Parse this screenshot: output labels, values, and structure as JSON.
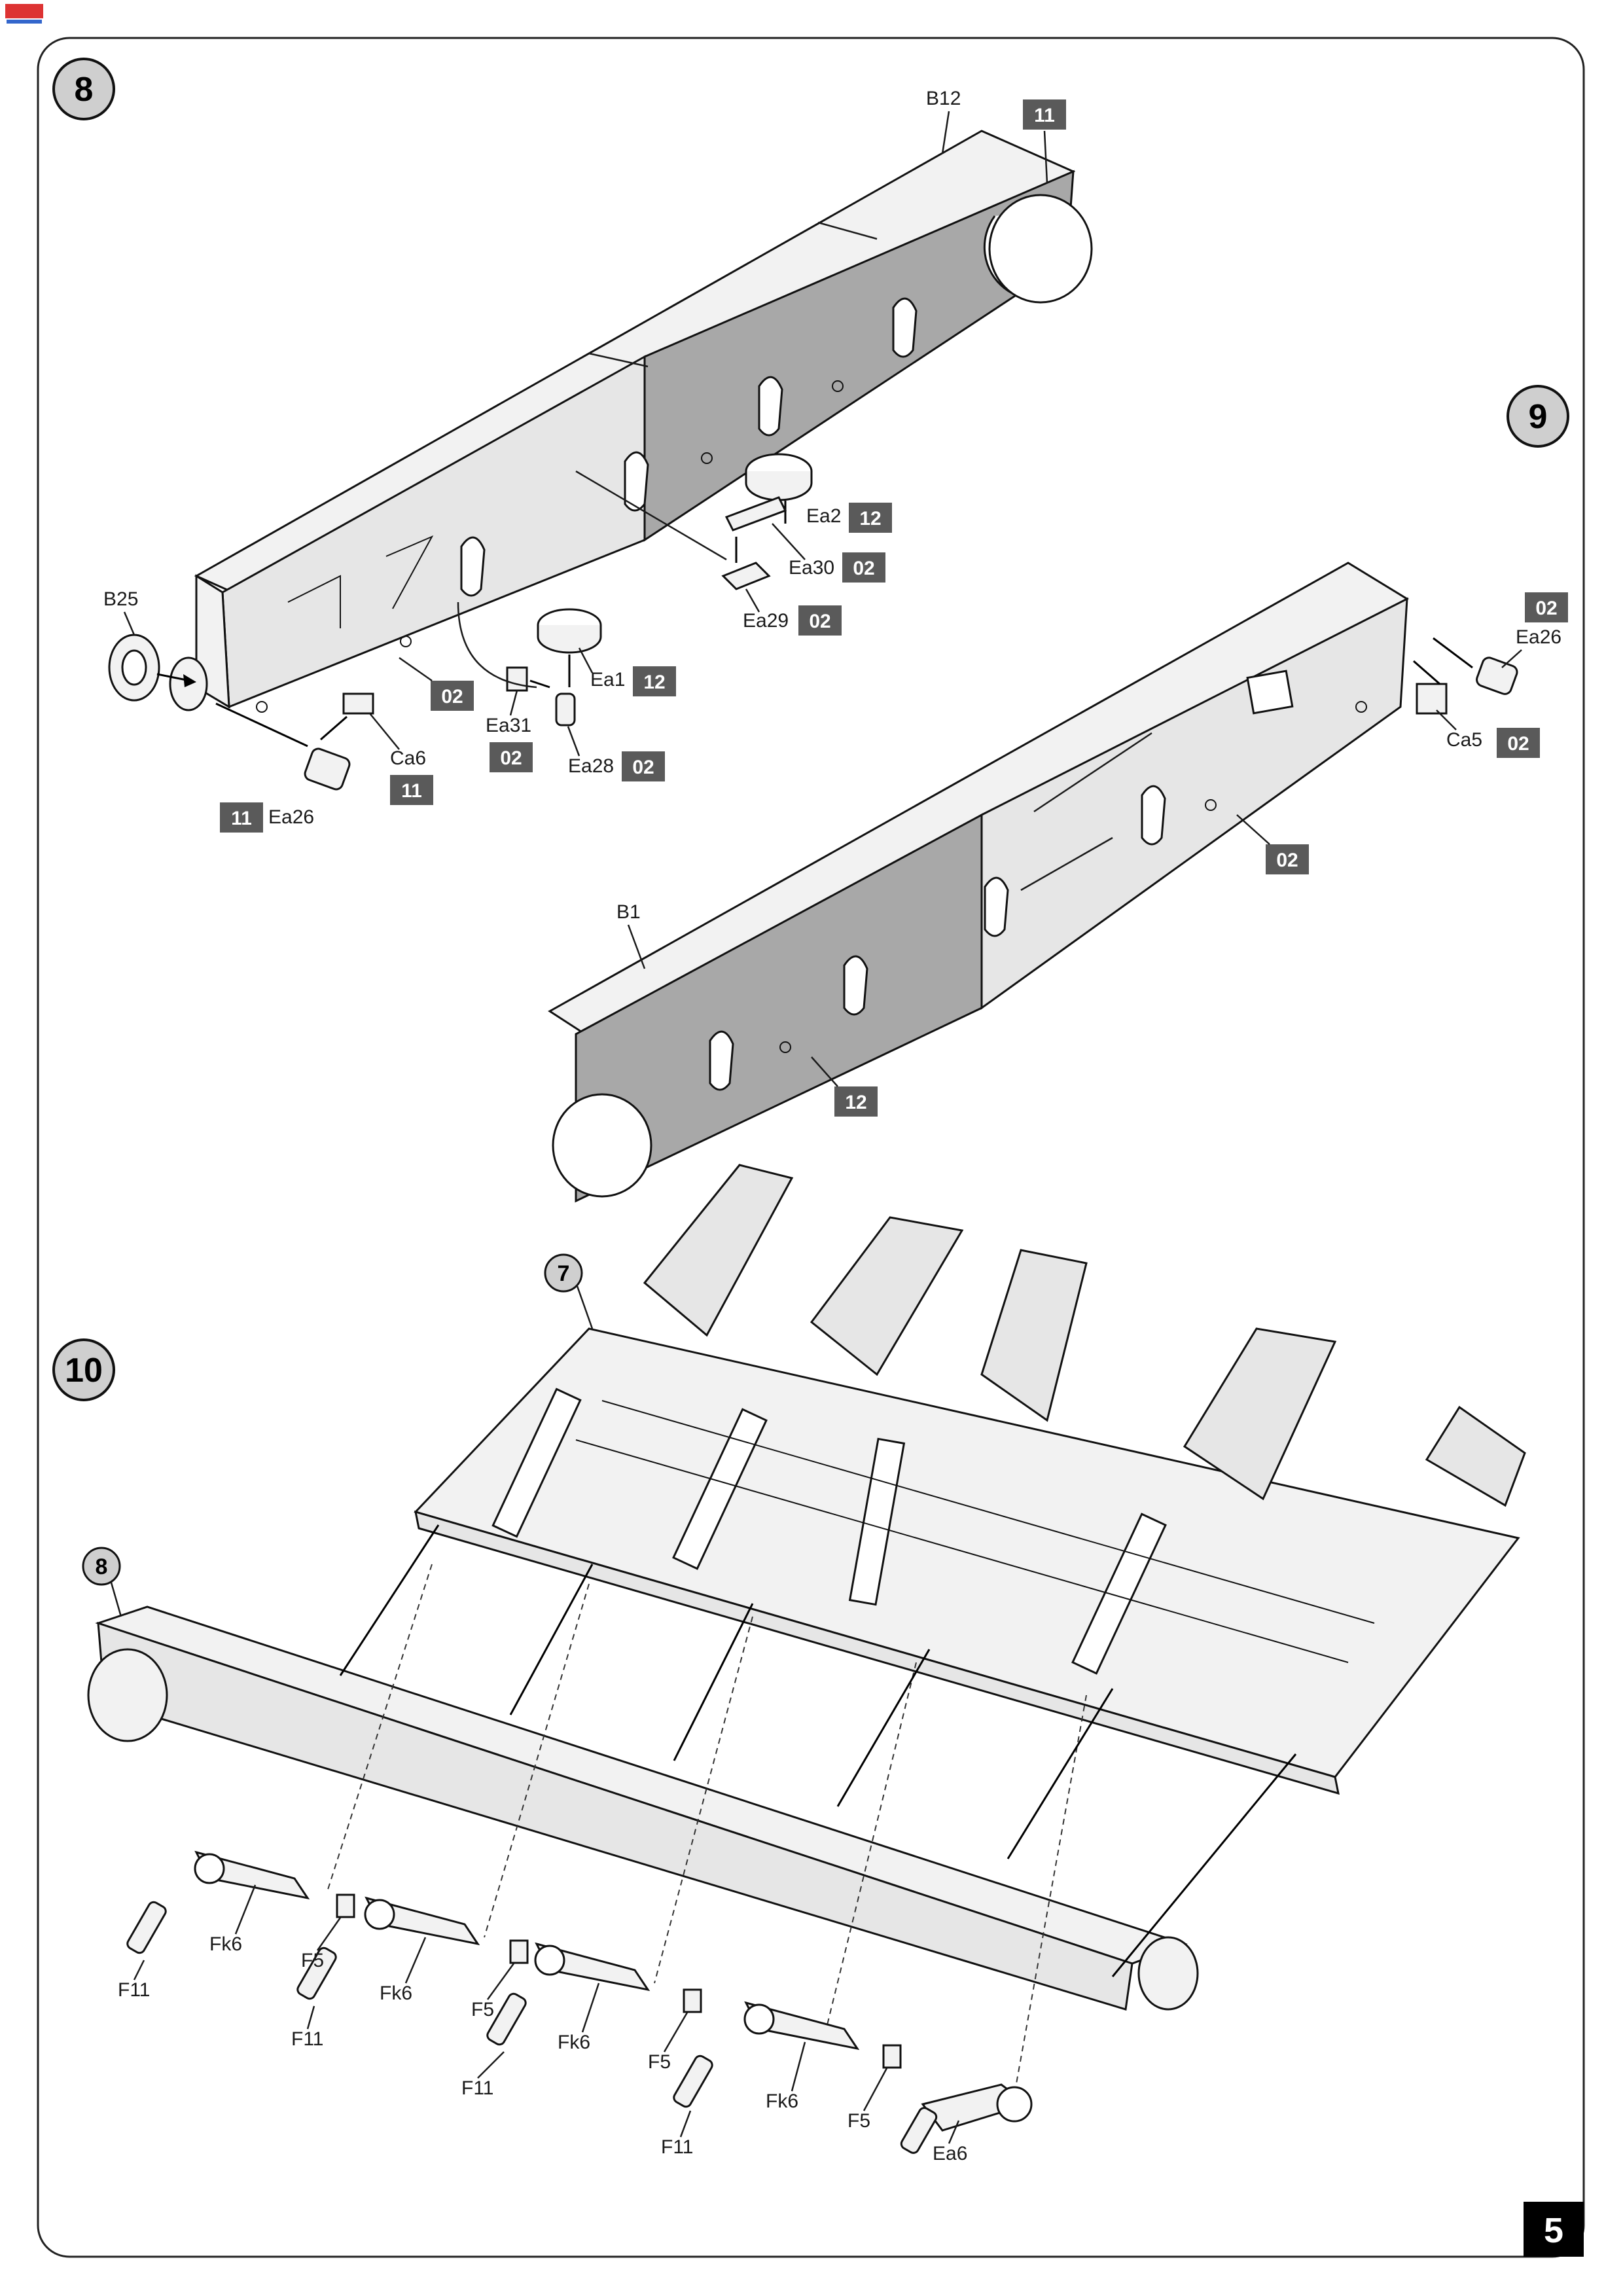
{
  "page_number": "5",
  "colors": {
    "badge": "#5a5a5a",
    "step_circle": "#cfcfcf",
    "page_box": "#000000"
  },
  "steps": [
    {
      "number": "8"
    },
    {
      "number": "9"
    },
    {
      "number": "10"
    }
  ],
  "references": [
    "7",
    "8"
  ],
  "step8": {
    "labels": {
      "B12": "B12",
      "B25": "B25",
      "Ea2": "Ea2",
      "Ea30": "Ea30",
      "Ea29": "Ea29",
      "Ea1": "Ea1",
      "Ea31": "Ea31",
      "Ea28": "Ea28",
      "Ca6": "Ca6",
      "Ea26": "Ea26"
    },
    "badges": {
      "b11_top": "11",
      "b12_ea2": "12",
      "b02_ea30": "02",
      "b02_ea29": "02",
      "b02_side": "02",
      "b12_ea1": "12",
      "b02_ea31": "02",
      "b02_ea28": "02",
      "b11_ca6": "11",
      "b11_ea26": "11"
    }
  },
  "step9": {
    "labels": {
      "B1": "B1",
      "Ea26": "Ea26",
      "Ca5": "Ca5"
    },
    "badges": {
      "b02_ea26": "02",
      "b02_ca5": "02",
      "b02_side": "02",
      "b12_side": "12"
    }
  },
  "step10": {
    "labels": {
      "Fk6_1": "Fk6",
      "F11_1": "F11",
      "F5_1": "F5",
      "Fk6_2": "Fk6",
      "F11_2": "F11",
      "F5_2": "F5",
      "Fk6_3": "Fk6",
      "F11_3": "F11",
      "F5_3": "F5",
      "Fk6_4": "Fk6",
      "F11_4": "F11",
      "F5_4": "F5",
      "Ea6": "Ea6"
    }
  }
}
